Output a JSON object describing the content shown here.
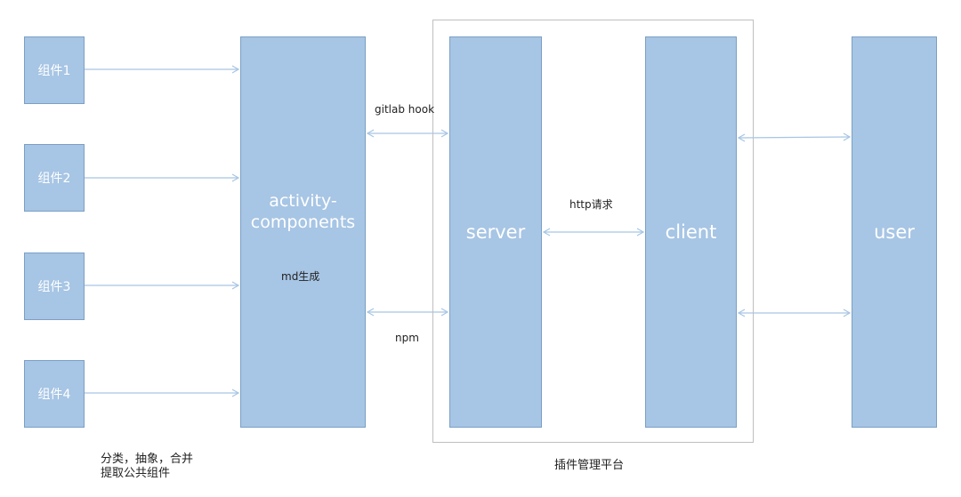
{
  "components": [
    "组件1",
    "组件2",
    "组件3",
    "组件4"
  ],
  "center": {
    "line1": "activity-",
    "line2": "components",
    "note": "md生成"
  },
  "server": "server",
  "client": "client",
  "user": "user",
  "edges": {
    "gitlab": "gitlab hook",
    "npm": "npm",
    "http": "http请求"
  },
  "captions": {
    "left_line1": "分类，抽象，合并",
    "left_line2": "提取公共组件",
    "platform": "插件管理平台"
  },
  "colors": {
    "box_fill": "#a7c5e4",
    "box_border": "#7b9fc6",
    "arrow": "#a7c5e4",
    "frame": "#bfbfbf"
  }
}
